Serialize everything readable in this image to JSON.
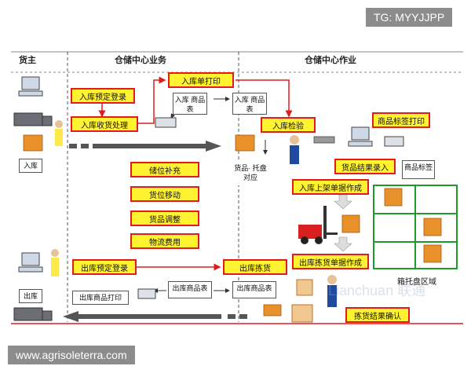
{
  "watermarks": {
    "top": "TG: MYYJJPP",
    "bottom": "www.agrisoleterra.com"
  },
  "columns": {
    "owner": "货主",
    "business": "仓储中心业务",
    "operation": "仓储中心作业"
  },
  "labels": {
    "inbound": "入库",
    "outbound": "出库",
    "pallet_zone": "箱托盘区域",
    "faint_watermark": "Lianchuan 联通"
  },
  "yellow_boxes": {
    "inbound_plan": "入库预定登录",
    "inbound_receive": "入库收货处理",
    "inbound_print": "入库单打印",
    "inbound_inspect": "入库检验",
    "label_print": "商品标签打印",
    "goods_result": "货品结果录入",
    "putaway_doc": "入库上架单据作成",
    "replenish": "储位补充",
    "move": "货位移动",
    "adjust": "货品调整",
    "logistics_fee": "物流费用",
    "outbound_plan": "出库预定登录",
    "outbound_pick": "出库拣货",
    "pick_doc": "出库拣货单据作成",
    "pick_confirm": "拣货结果确认"
  },
  "white_boxes": {
    "inbound_doc_1": "入库 商品表",
    "inbound_doc_2": "入库 商品表",
    "goods_pallet": "货品· 托盘对应",
    "product_label": "商品标签",
    "outbound_print": "出库商品打印",
    "outbound_doc_1": "出库商品表",
    "outbound_doc_2": "出库商品表"
  }
}
